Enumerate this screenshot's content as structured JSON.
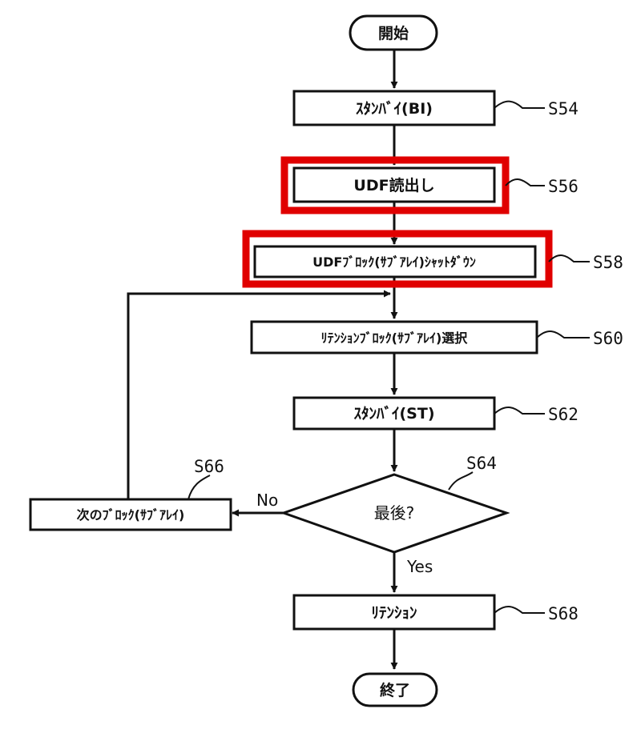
{
  "flowchart": {
    "start": "開始",
    "end": "終了",
    "steps": {
      "s54": {
        "id": "S54",
        "text": "ｽﾀﾝﾊﾞｲ(BI)"
      },
      "s56": {
        "id": "S56",
        "text": "UDF読出し"
      },
      "s58": {
        "id": "S58",
        "text": "UDFﾌﾞﾛｯｸ(ｻﾌﾞｱﾚｲ)ｼｬｯﾄﾀﾞｳﾝ"
      },
      "s60": {
        "id": "S60",
        "text": "ﾘﾃﾝｼｮﾝﾌﾞﾛｯｸ(ｻﾌﾞｱﾚｲ)選択"
      },
      "s62": {
        "id": "S62",
        "text": "ｽﾀﾝﾊﾞｲ(ST)"
      },
      "s64": {
        "id": "S64",
        "text": "最後?"
      },
      "s66": {
        "id": "S66",
        "text": "次のﾌﾞﾛｯｸ(ｻﾌﾞｱﾚｲ)"
      },
      "s68": {
        "id": "S68",
        "text": "ﾘﾃﾝｼｮﾝ"
      }
    },
    "branches": {
      "no": "No",
      "yes": "Yes"
    },
    "highlight_color": "#e00000"
  }
}
